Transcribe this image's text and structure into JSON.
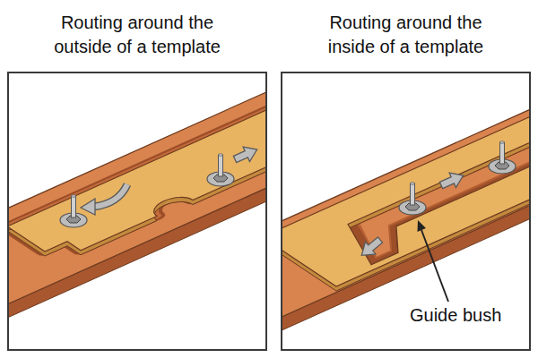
{
  "diagram": {
    "nodes": [
      {
        "text": [
          "Routing around the outside of a template"
        ]
      },
      {
        "text": [
          "Routing around the inside of a template"
        ]
      }
    ],
    "labels": [
      "Guide bush"
    ]
  }
}
